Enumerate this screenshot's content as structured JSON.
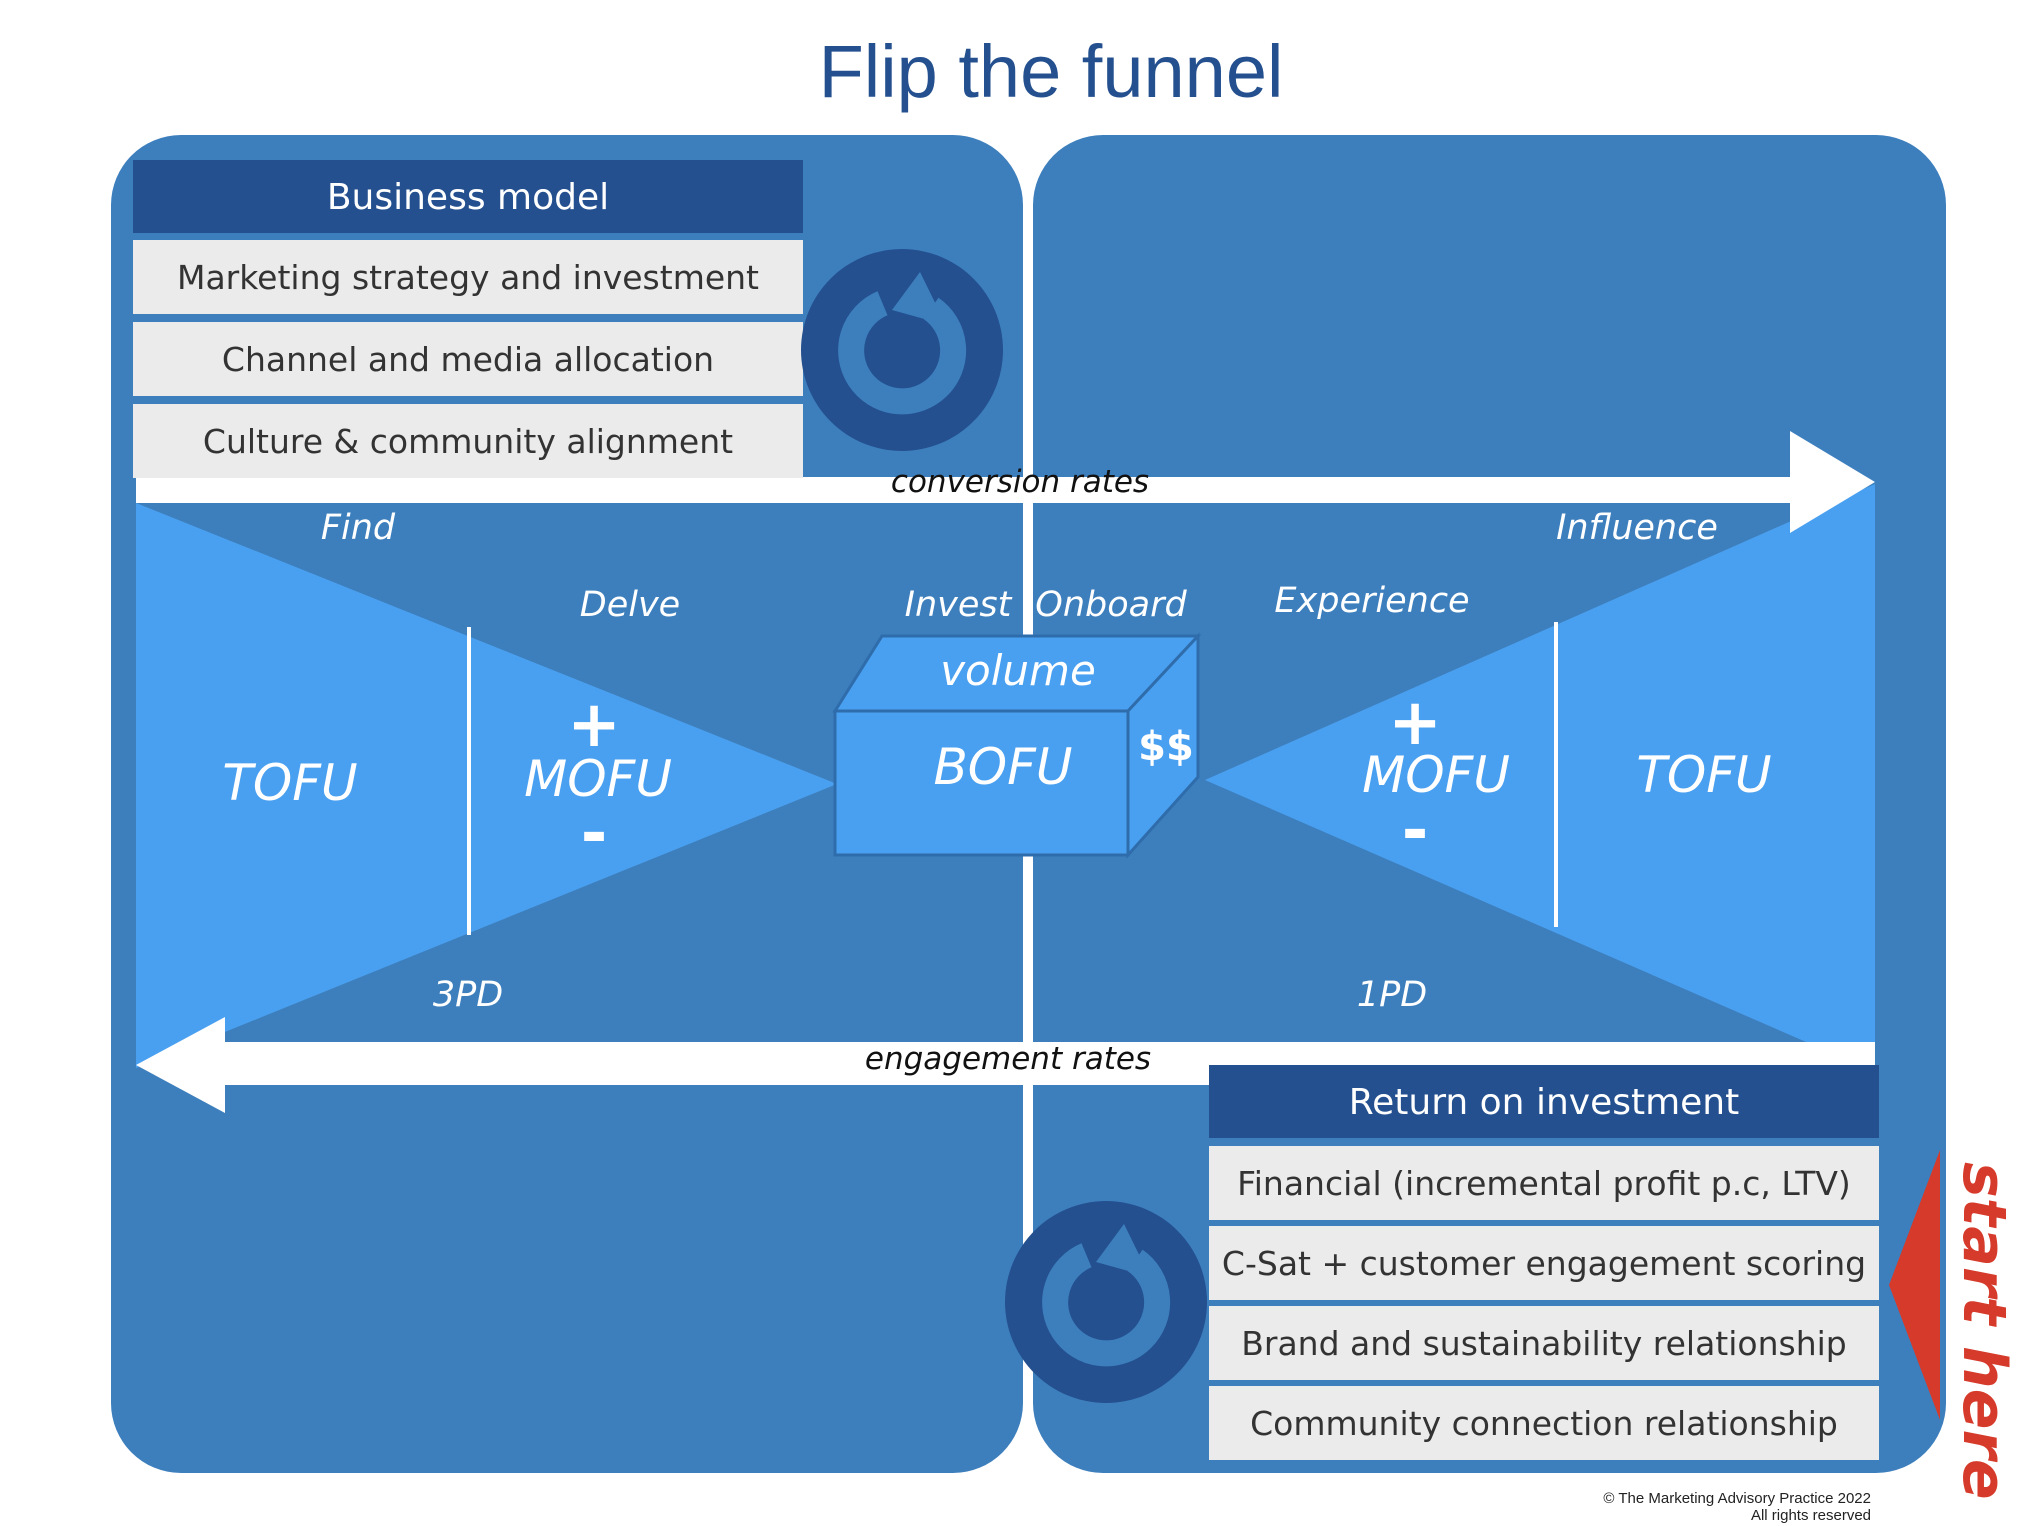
{
  "title": "Flip the funnel",
  "business_model": {
    "header": "Business model",
    "items": [
      "Marketing strategy and investment",
      "Channel and media allocation",
      "Culture & community alignment"
    ]
  },
  "roi": {
    "header": "Return on investment",
    "items": [
      "Financial (incremental profit p.c, LTV)",
      "C-Sat + customer engagement scoring",
      "Brand and sustainability relationship",
      "Community connection relationship"
    ]
  },
  "arrows": {
    "top": "conversion rates",
    "bottom": "engagement rates"
  },
  "stages": {
    "find": "Find",
    "delve": "Delve",
    "invest": "Invest",
    "onboard": "Onboard",
    "experience": "Experience",
    "influence": "Influence"
  },
  "funnel": {
    "left_tofu": "TOFU",
    "left_mofu": "MOFU",
    "right_mofu": "MOFU",
    "right_tofu": "TOFU",
    "plus": "+",
    "minus": "-",
    "bofu": "BOFU",
    "volume": "volume",
    "dollars": "$$",
    "left_data": "3PD",
    "right_data": "1PD"
  },
  "start_here": "start here",
  "copyright": [
    "© The Marketing Advisory Practice 2022",
    "All rights reserved"
  ],
  "icons": [
    "refresh-icon",
    "refresh-icon"
  ],
  "colors": {
    "panel": "#3d7fbd",
    "funnel": "#4aa0f0",
    "dark": "#24508f",
    "accent": "#d63a2a",
    "row": "#ebebeb"
  }
}
